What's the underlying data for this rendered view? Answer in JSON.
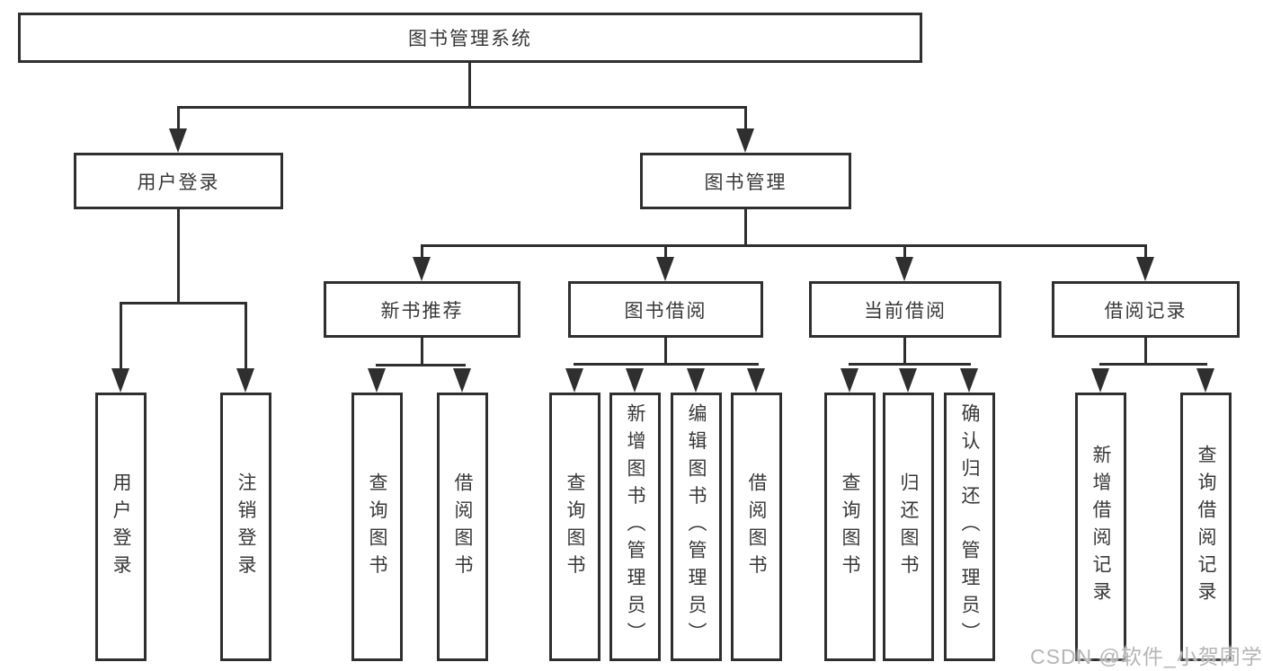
{
  "diagram": {
    "type": "tree-structure-chart",
    "tree": {
      "label": "图书管理系统",
      "children": [
        {
          "label": "用户登录",
          "children": [
            {
              "label": "用户登录"
            },
            {
              "label": "注销登录"
            }
          ]
        },
        {
          "label": "图书管理",
          "children": [
            {
              "label": "新书推荐",
              "children": [
                {
                  "label": "查询图书"
                },
                {
                  "label": "借阅图书"
                }
              ]
            },
            {
              "label": "图书借阅",
              "children": [
                {
                  "label": "查询图书"
                },
                {
                  "label": "新增图书（管理员）"
                },
                {
                  "label": "编辑图书（管理员）"
                },
                {
                  "label": "借阅图书"
                }
              ]
            },
            {
              "label": "当前借阅",
              "children": [
                {
                  "label": "查询图书"
                },
                {
                  "label": "归还图书"
                },
                {
                  "label": "确认归还（管理员）"
                }
              ]
            },
            {
              "label": "借阅记录",
              "children": [
                {
                  "label": "新增借阅记录"
                },
                {
                  "label": "查询借阅记录"
                }
              ]
            }
          ]
        }
      ]
    },
    "colors": {
      "line": "#2f2f2f",
      "text": "#383838",
      "background": "#ffffff",
      "watermark": "#b5b5b5"
    }
  },
  "watermark": {
    "text": "CSDN @软件_小贺同学"
  }
}
